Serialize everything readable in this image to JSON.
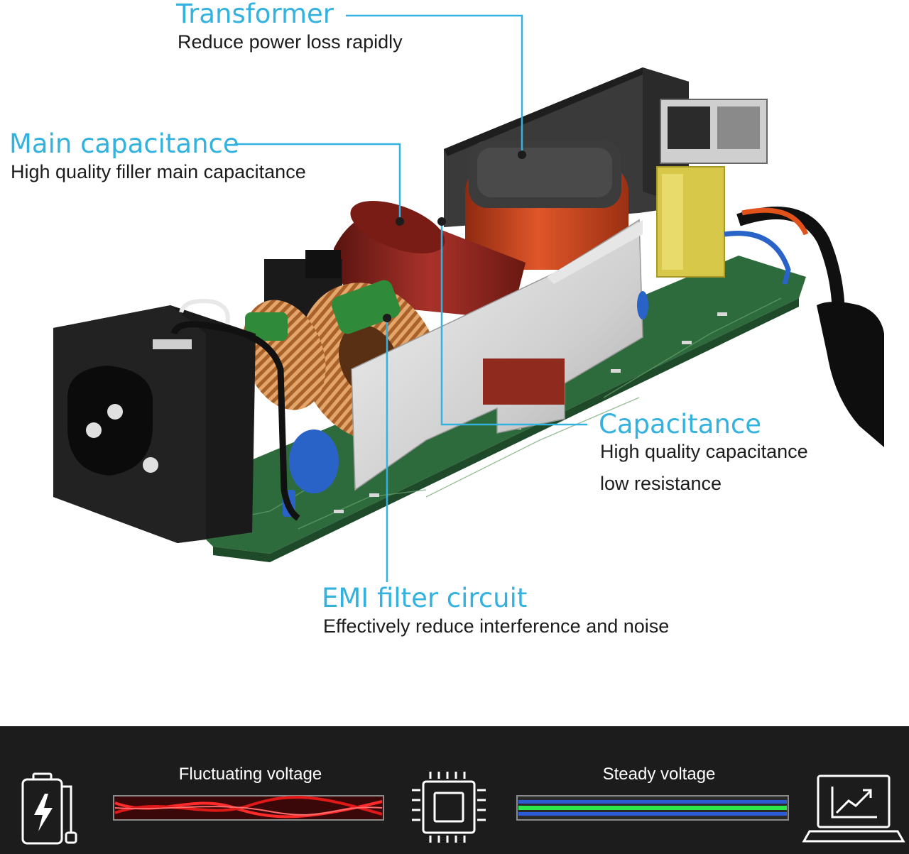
{
  "callouts": {
    "transformer": {
      "title": "Transformer",
      "desc": "Reduce power loss rapidly"
    },
    "main_capacitance": {
      "title": "Main capacitance",
      "desc": "High quality filler main capacitance"
    },
    "capacitance": {
      "title": "Capacitance",
      "desc_line1": "High quality capacitance",
      "desc_line2": "low resistance"
    },
    "emi_filter": {
      "title": "EMI filter circuit",
      "desc": "Effectively reduce interference and noise"
    }
  },
  "bottom_bar": {
    "fluctuating_label": "Fluctuating voltage",
    "steady_label": "Steady voltage",
    "icons": [
      "battery-charging-icon",
      "chip-icon",
      "laptop-chart-icon"
    ]
  },
  "colors": {
    "accent": "#33b2df",
    "board_green": "#2e6b3c",
    "fluctuating_red": "#e01818",
    "steady_green": "#2ee84a",
    "steady_blue": "#2d5bd6",
    "bar_background": "#1c1c1c"
  }
}
